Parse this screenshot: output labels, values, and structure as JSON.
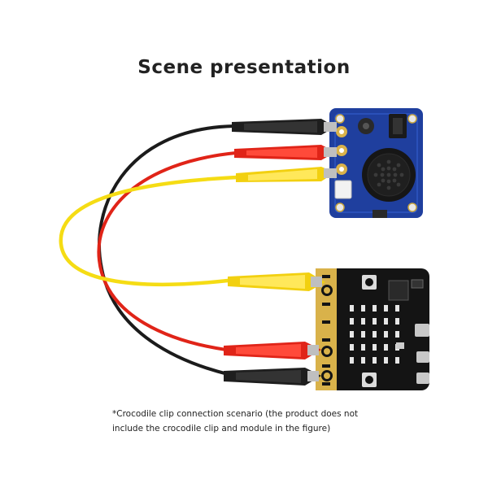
{
  "title": "Scene presentation",
  "caption": {
    "line1": "*Crocodile clip connection scenario (the product does not",
    "line2": "include the crocodile clip and module in the figure)"
  },
  "colors": {
    "background": "#ffffff",
    "module_board": "#1f3f9e",
    "microbit_board": "#141414",
    "gold_pad": "#d9b24a",
    "wire_black": "#1b1b1b",
    "wire_red": "#e02418",
    "wire_yellow": "#f5dc14"
  }
}
